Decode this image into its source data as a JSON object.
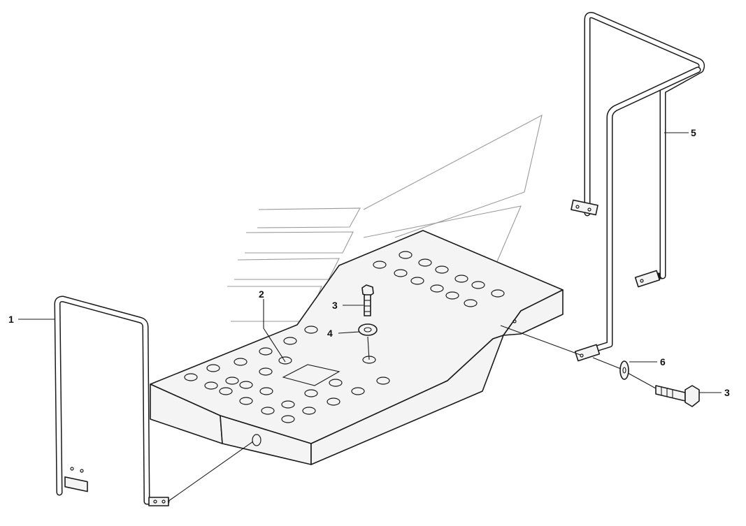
{
  "callouts": {
    "part1": "1",
    "part2": "2",
    "part3_top": "3",
    "part3_right": "3",
    "part4": "4",
    "part5": "5",
    "part6": "6"
  },
  "colors": {
    "line": "#1a1a1a",
    "ghost": "#9a9a9a",
    "background": "#ffffff"
  }
}
